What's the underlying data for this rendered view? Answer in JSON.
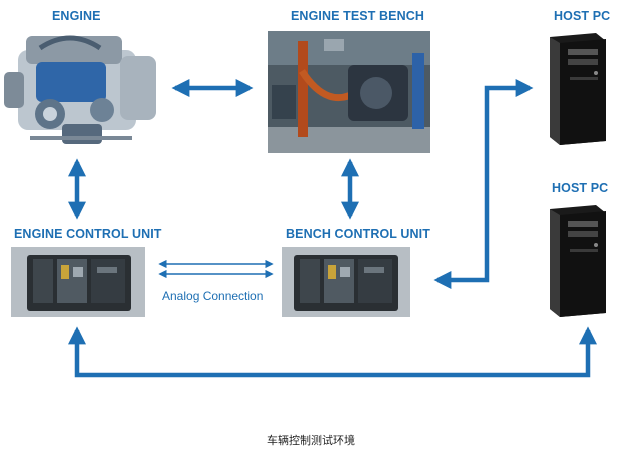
{
  "labels": {
    "engine": "ENGINE",
    "test_bench": "ENGINE TEST BENCH",
    "host_pc_top": "HOST PC",
    "host_pc_bottom": "HOST PC",
    "ecu": "ENGINE CONTROL UNIT",
    "bcu": "BENCH CONTROL UNIT",
    "analog_connection": "Analog Connection"
  },
  "caption": "车辆控制测试环境",
  "colors": {
    "accent": "#1e6fb3",
    "arrow": "#1e6fb3",
    "pc_body": "#1a1a1a"
  },
  "icons": [
    "engine-image",
    "test-bench-image",
    "host-pc-image",
    "control-unit-image"
  ]
}
